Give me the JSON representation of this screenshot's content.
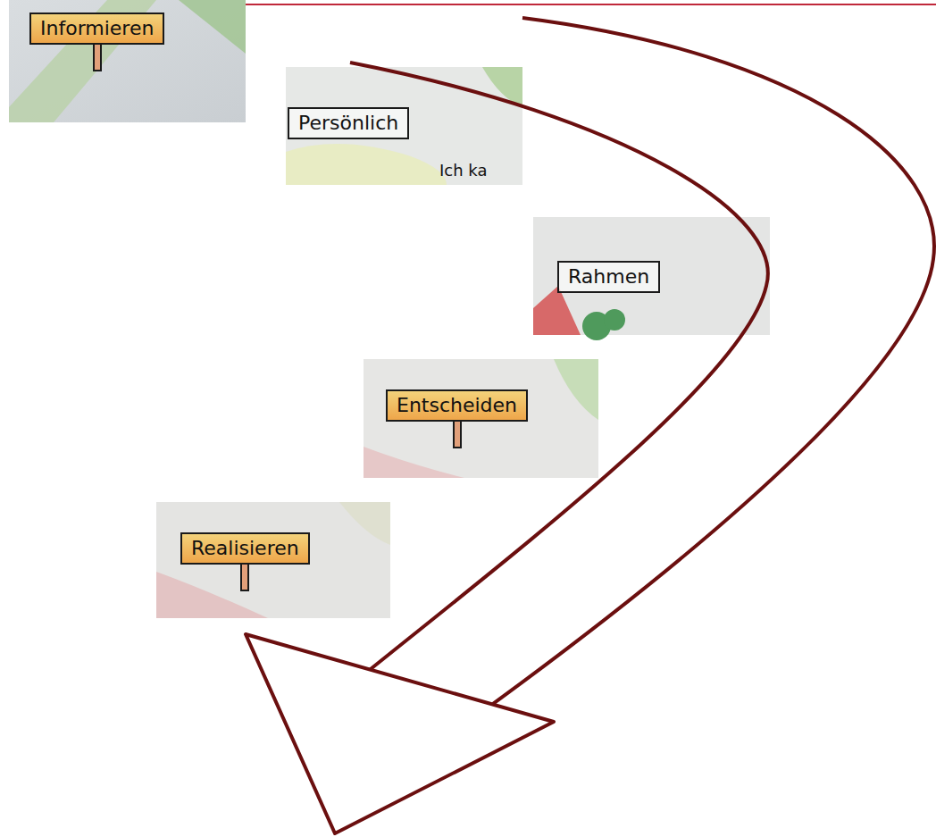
{
  "diagram": {
    "nodes": [
      {
        "text": [
          "Informieren"
        ]
      },
      {
        "text": [
          "Persönlich"
        ]
      },
      {
        "text": [
          "Rahmen"
        ]
      },
      {
        "text": [
          "Entscheiden"
        ]
      },
      {
        "text": [
          "Realisieren"
        ]
      }
    ],
    "labels": [
      "Ich ka"
    ]
  }
}
